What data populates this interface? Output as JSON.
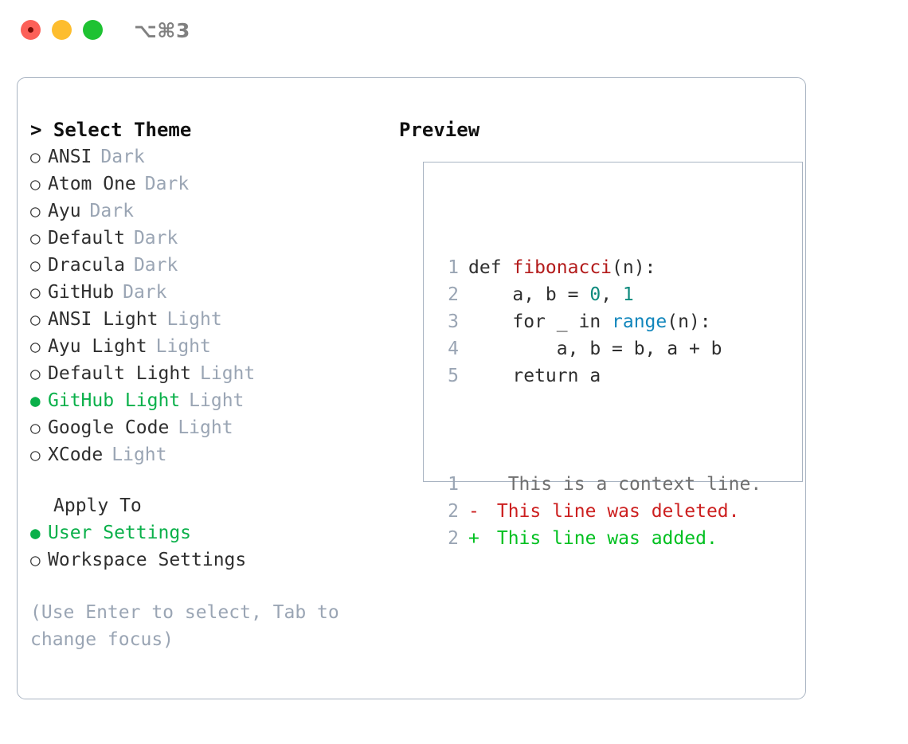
{
  "window": {
    "shortcut": "⌥⌘3",
    "traffic_lights": [
      {
        "name": "close",
        "color": "#fc6058"
      },
      {
        "name": "minimize",
        "color": "#fdbd2e"
      },
      {
        "name": "maximize",
        "color": "#1ec232"
      }
    ]
  },
  "colors": {
    "selected_green": "#0ab04a",
    "badge_gray": "#9aa5b4",
    "border": "#a9b4c2",
    "text": "#2f2f2f",
    "diff_add": "#00c020",
    "diff_del": "#cc1f1f",
    "code_func": "#b31b1b",
    "code_num": "#0d8a7d",
    "code_builtin": "#1186bc"
  },
  "left": {
    "caret": ">",
    "heading": "Select Theme",
    "themes": [
      {
        "bullet": "○",
        "name": "ANSI",
        "badge": "Dark",
        "selected": false
      },
      {
        "bullet": "○",
        "name": "Atom One",
        "badge": "Dark",
        "selected": false
      },
      {
        "bullet": "○",
        "name": "Ayu",
        "badge": "Dark",
        "selected": false
      },
      {
        "bullet": "○",
        "name": "Default",
        "badge": "Dark",
        "selected": false
      },
      {
        "bullet": "○",
        "name": "Dracula",
        "badge": "Dark",
        "selected": false
      },
      {
        "bullet": "○",
        "name": "GitHub",
        "badge": "Dark",
        "selected": false
      },
      {
        "bullet": "○",
        "name": "ANSI Light",
        "badge": "Light",
        "selected": false
      },
      {
        "bullet": "○",
        "name": "Ayu Light",
        "badge": "Light",
        "selected": false
      },
      {
        "bullet": "○",
        "name": "Default Light",
        "badge": "Light",
        "selected": false
      },
      {
        "bullet": "●",
        "name": "GitHub Light",
        "badge": "Light",
        "selected": true
      },
      {
        "bullet": "○",
        "name": "Google Code",
        "badge": "Light",
        "selected": false
      },
      {
        "bullet": "○",
        "name": "XCode",
        "badge": "Light",
        "selected": false
      }
    ],
    "apply_to": {
      "title": "Apply To",
      "options": [
        {
          "bullet": "●",
          "label": "User Settings",
          "selected": true
        },
        {
          "bullet": "○",
          "label": "Workspace Settings",
          "selected": false
        }
      ]
    },
    "hint": "(Use Enter to select, Tab to change focus)"
  },
  "right": {
    "heading": "Preview",
    "code_lines": [
      {
        "lineno": "1",
        "tokens": [
          {
            "text": "def ",
            "type": "kw"
          },
          {
            "text": "fibonacci",
            "type": "func"
          },
          {
            "text": "(n):",
            "type": "plain"
          }
        ]
      },
      {
        "lineno": "2",
        "tokens": [
          {
            "text": "    a, b = ",
            "type": "plain"
          },
          {
            "text": "0",
            "type": "num"
          },
          {
            "text": ", ",
            "type": "plain"
          },
          {
            "text": "1",
            "type": "num"
          }
        ]
      },
      {
        "lineno": "3",
        "tokens": [
          {
            "text": "    for _ in ",
            "type": "plain"
          },
          {
            "text": "range",
            "type": "builtin"
          },
          {
            "text": "(n):",
            "type": "plain"
          }
        ]
      },
      {
        "lineno": "4",
        "tokens": [
          {
            "text": "        a, b = b, a + b",
            "type": "plain"
          }
        ]
      },
      {
        "lineno": "5",
        "tokens": [
          {
            "text": "    return a",
            "type": "plain"
          }
        ]
      }
    ],
    "diff_lines": [
      {
        "lineno": "1",
        "sign": " ",
        "text": "  This is a context line.",
        "kind": "ctx"
      },
      {
        "lineno": "2",
        "sign": "-",
        "text": " This line was deleted.",
        "kind": "del"
      },
      {
        "lineno": "2",
        "sign": "+",
        "text": " This line was added.",
        "kind": "add"
      }
    ]
  }
}
